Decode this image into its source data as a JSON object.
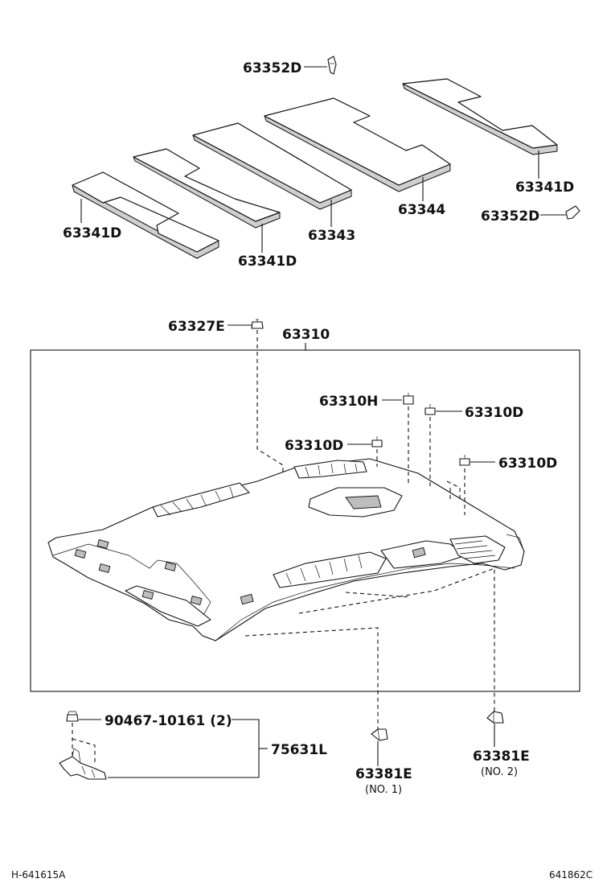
{
  "parts": {
    "clip_top": "63352D",
    "clip_right": "63352D",
    "pad_left_front": "63341D",
    "pad_left_mid": "63341D",
    "pad_center": "63343",
    "pad_center_right": "63344",
    "pad_right_rear": "63341D",
    "headlining_retainer": "63327E",
    "headlining": "63310",
    "clip_h": "63310H",
    "clip_d_a": "63310D",
    "clip_d_b": "63310D",
    "clip_d_c": "63310D",
    "screw": "90467-10161 (2)",
    "bracket": "75631L",
    "clip_e_no1": "63381E",
    "clip_e_no1_note": "(NO. 1)",
    "clip_e_no2": "63381E",
    "clip_e_no2_note": "(NO. 2)"
  },
  "footer": {
    "left_code": "H-641615A",
    "right_code": "641862C"
  }
}
